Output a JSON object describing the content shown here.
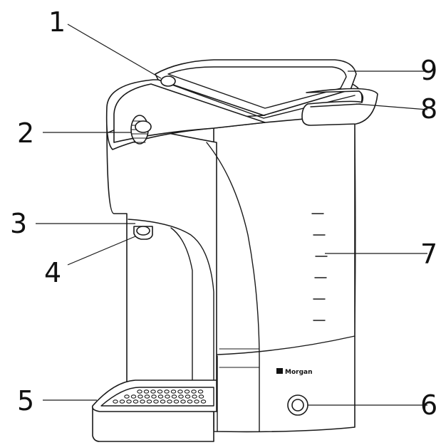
{
  "brand": "Morgan",
  "callouts": [
    "1",
    "2",
    "3",
    "4",
    "5",
    "6",
    "7",
    "8",
    "9"
  ]
}
